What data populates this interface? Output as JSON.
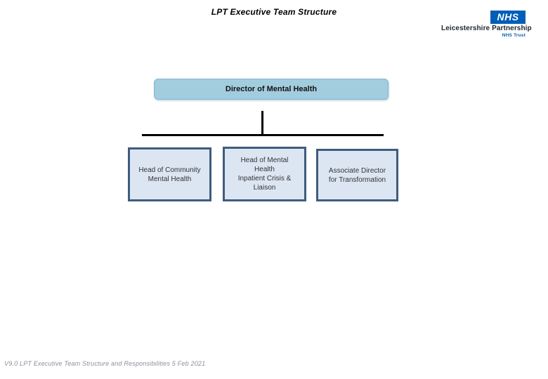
{
  "page": {
    "title": "LPT Executive Team Structure",
    "footer": "V9.0 LPT Executive Team Structure and Responsibilities 5 Feb 2021"
  },
  "logo": {
    "nhs": "NHS",
    "org_name": "Leicestershire Partnership",
    "trust": "NHS Trust",
    "nhs_blue": "#005EB8"
  },
  "org_chart": {
    "root": {
      "label": "Director of Mental Health",
      "fill": "#A2CDDF",
      "border": "#7FB4CD"
    },
    "children": [
      {
        "label": "Head of Community\nMental Health"
      },
      {
        "label": "Head of Mental\nHealth\nInpatient Crisis &\nLiaison"
      },
      {
        "label": "Associate Director\nfor Transformation"
      }
    ],
    "child_fill": "#DCE6F3",
    "child_border": "#3F5C7D",
    "connector_color": "#000000"
  }
}
